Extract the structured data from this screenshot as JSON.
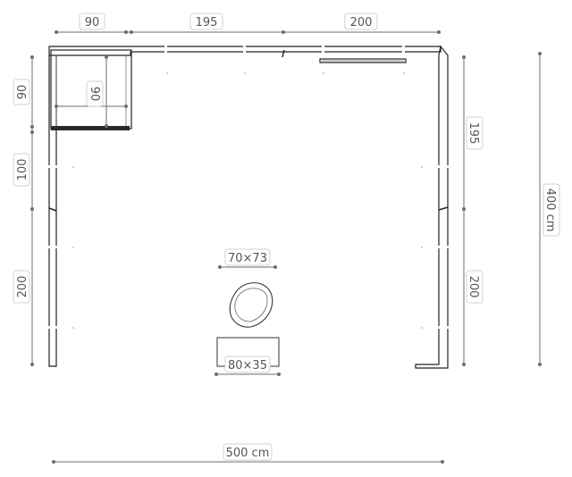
{
  "dimensions": {
    "top": [
      "90",
      "195",
      "200"
    ],
    "left": [
      "90",
      "100",
      "200"
    ],
    "right": [
      "195",
      "200"
    ],
    "inner": "90",
    "total_width": "500 cm",
    "total_height": "400 cm"
  },
  "furniture": {
    "chair_size": "70×73",
    "table_size": "80×35"
  },
  "colors": {
    "wall": "#222222",
    "dimension": "#6e6e6e",
    "text": "#555555"
  }
}
